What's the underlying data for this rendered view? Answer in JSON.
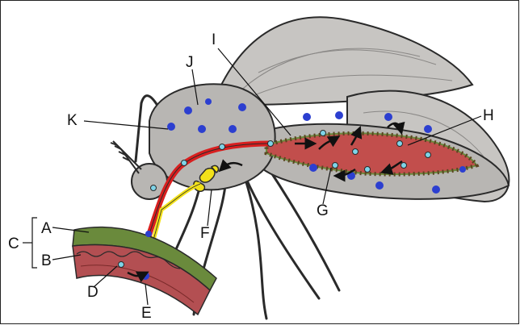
{
  "labels": {
    "A": "A",
    "B": "B",
    "C": "C",
    "D": "D",
    "E": "E",
    "F": "F",
    "G": "G",
    "H": "H",
    "I": "I",
    "J": "J",
    "K": "K"
  },
  "colors": {
    "body": "#b8b6b3",
    "wing": "#c7c5c2",
    "outline": "#2a2a2a",
    "blood_vessel": "#d81f1f",
    "salivary": "#f2e11a",
    "gut_tissue": "#c24e4c",
    "epithelium": "#8a6f3a",
    "skin_top": "#6a8a3c",
    "skin_tissue": "#b34f52",
    "parasite_blue": "#2c3fd0",
    "cell_cyan": "#7fd4e8",
    "arrow": "#111111"
  },
  "icons": [
    "parasite-dot",
    "cell-ring",
    "curved-arrow"
  ]
}
